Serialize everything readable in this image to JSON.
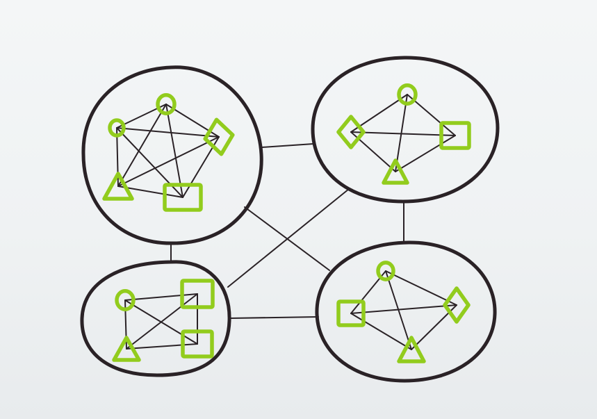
{
  "colors": {
    "paper": "#eff2f3",
    "ink": "#2a2226",
    "marker_green": "#92cc1d"
  },
  "diagram": {
    "description_kind": "hand-drawn network of four clusters",
    "clusters": [
      {
        "id": "top-left",
        "nodes": [
          {
            "id": "tl-circle-small",
            "shape": "circle"
          },
          {
            "id": "tl-circle-top",
            "shape": "circle"
          },
          {
            "id": "tl-diamond",
            "shape": "diamond"
          },
          {
            "id": "tl-triangle",
            "shape": "triangle"
          },
          {
            "id": "tl-square",
            "shape": "square"
          }
        ],
        "edges": [
          [
            "tl-circle-small",
            "tl-circle-top"
          ],
          [
            "tl-circle-small",
            "tl-diamond"
          ],
          [
            "tl-circle-small",
            "tl-triangle"
          ],
          [
            "tl-circle-small",
            "tl-square"
          ],
          [
            "tl-circle-top",
            "tl-diamond"
          ],
          [
            "tl-circle-top",
            "tl-triangle"
          ],
          [
            "tl-circle-top",
            "tl-square"
          ],
          [
            "tl-diamond",
            "tl-triangle"
          ],
          [
            "tl-diamond",
            "tl-square"
          ],
          [
            "tl-triangle",
            "tl-square"
          ]
        ]
      },
      {
        "id": "top-right",
        "nodes": [
          {
            "id": "tr-circle",
            "shape": "circle"
          },
          {
            "id": "tr-diamond",
            "shape": "diamond"
          },
          {
            "id": "tr-square",
            "shape": "square"
          },
          {
            "id": "tr-triangle",
            "shape": "triangle"
          }
        ],
        "edges": [
          [
            "tr-circle",
            "tr-diamond"
          ],
          [
            "tr-circle",
            "tr-square"
          ],
          [
            "tr-circle",
            "tr-triangle"
          ],
          [
            "tr-diamond",
            "tr-square"
          ],
          [
            "tr-diamond",
            "tr-triangle"
          ],
          [
            "tr-square",
            "tr-triangle"
          ]
        ]
      },
      {
        "id": "bottom-left",
        "nodes": [
          {
            "id": "bl-circle",
            "shape": "circle"
          },
          {
            "id": "bl-square-top",
            "shape": "square"
          },
          {
            "id": "bl-triangle",
            "shape": "triangle"
          },
          {
            "id": "bl-square-bottom",
            "shape": "square"
          }
        ],
        "edges": [
          [
            "bl-circle",
            "bl-square-top"
          ],
          [
            "bl-circle",
            "bl-triangle"
          ],
          [
            "bl-circle",
            "bl-square-bottom"
          ],
          [
            "bl-square-top",
            "bl-triangle"
          ],
          [
            "bl-square-top",
            "bl-square-bottom"
          ],
          [
            "bl-triangle",
            "bl-square-bottom"
          ]
        ]
      },
      {
        "id": "bottom-right",
        "nodes": [
          {
            "id": "br-circle",
            "shape": "circle"
          },
          {
            "id": "br-square",
            "shape": "square"
          },
          {
            "id": "br-diamond",
            "shape": "diamond"
          },
          {
            "id": "br-triangle",
            "shape": "triangle"
          }
        ],
        "edges": [
          [
            "br-circle",
            "br-square"
          ],
          [
            "br-circle",
            "br-diamond"
          ],
          [
            "br-circle",
            "br-triangle"
          ],
          [
            "br-square",
            "br-diamond"
          ],
          [
            "br-square",
            "br-triangle"
          ],
          [
            "br-diamond",
            "br-triangle"
          ]
        ]
      }
    ],
    "cluster_links": [
      [
        "top-left",
        "top-right"
      ],
      [
        "top-left",
        "bottom-left"
      ],
      [
        "top-left",
        "bottom-right"
      ],
      [
        "top-right",
        "bottom-left"
      ],
      [
        "top-right",
        "bottom-right"
      ],
      [
        "bottom-left",
        "bottom-right"
      ]
    ]
  }
}
